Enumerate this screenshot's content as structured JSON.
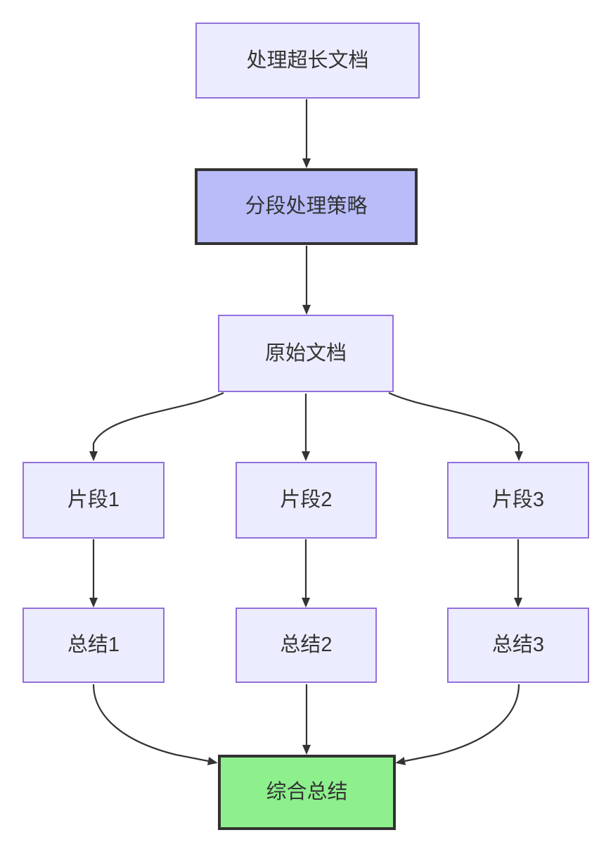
{
  "diagram": {
    "type": "flowchart",
    "direction": "top-down",
    "background": "#ffffff",
    "nodes": {
      "start": {
        "label": "处理超长文档"
      },
      "strategy": {
        "label": "分段处理策略"
      },
      "doc": {
        "label": "原始文档"
      },
      "seg1": {
        "label": "片段1"
      },
      "seg2": {
        "label": "片段2"
      },
      "seg3": {
        "label": "片段3"
      },
      "sum1": {
        "label": "总结1"
      },
      "sum2": {
        "label": "总结2"
      },
      "sum3": {
        "label": "总结3"
      },
      "final": {
        "label": "综合总结"
      }
    },
    "edges": [
      {
        "from": "start",
        "to": "strategy"
      },
      {
        "from": "strategy",
        "to": "doc"
      },
      {
        "from": "doc",
        "to": "seg1"
      },
      {
        "from": "doc",
        "to": "seg2"
      },
      {
        "from": "doc",
        "to": "seg3"
      },
      {
        "from": "seg1",
        "to": "sum1"
      },
      {
        "from": "seg2",
        "to": "sum2"
      },
      {
        "from": "seg3",
        "to": "sum3"
      },
      {
        "from": "sum1",
        "to": "final"
      },
      {
        "from": "sum2",
        "to": "final"
      },
      {
        "from": "sum3",
        "to": "final"
      }
    ],
    "colors": {
      "node_fill": "#ececff",
      "node_border": "#9370db",
      "strategy_fill": "#b9bcf9",
      "strategy_border": "#333333",
      "final_fill": "#8df08d",
      "final_border": "#333333",
      "edge": "#333333",
      "text": "#333333"
    }
  }
}
